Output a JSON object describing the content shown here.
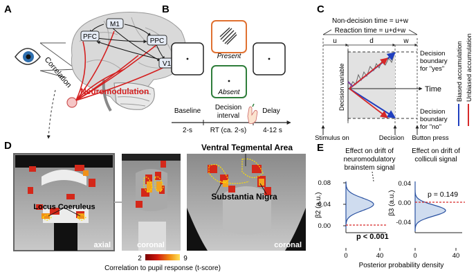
{
  "panels": {
    "a": "A",
    "b": "B",
    "c": "C",
    "d": "D",
    "e": "E"
  },
  "panel_a": {
    "regions": [
      "M1",
      "PFC",
      "PPC",
      "V1"
    ],
    "correlation": "Correlation",
    "neuromodulation": "Neuromodulation"
  },
  "panel_b": {
    "present": "Present",
    "absent": "Absent",
    "baseline": "Baseline",
    "decision_interval_1": "Decision",
    "decision_interval_2": "interval",
    "delay": "Delay",
    "baseline_time": "2-s",
    "rt_time": "RT (ca. 2-s)",
    "delay_time": "4-12 s"
  },
  "panel_c": {
    "nondecision": "Non-decision time = u+w",
    "reaction": "Reaction time = u+d+w",
    "u": "u",
    "d": "d",
    "w": "w",
    "decision_variable": "Decision variable",
    "time": "Time",
    "yes_1": "Decision",
    "yes_2": "boundary",
    "yes_3": "for \"yes\"",
    "no_1": "Decision",
    "no_2": "boundary",
    "no_3": "for \"no\"",
    "stimulus_on": "Stimulus on",
    "decision": "Decision",
    "button_press": "Button press",
    "legend_biased": "Biased accumulation",
    "legend_unbiased": "Unbiased accumulation",
    "color_biased": "#1f3fbf",
    "color_unbiased": "#d62828"
  },
  "panel_d": {
    "vta": "Ventral Tegmental Area",
    "lc": "Locus Coeruleus",
    "sn": "Substantia Nigra",
    "axial": "axial",
    "coronal1": "coronal",
    "coronal2": "coronal",
    "cbar_min": "2",
    "cbar_max": "9",
    "cbar_label": "Correlation to pupil response (t-score)"
  },
  "panel_e": {
    "title1_1": "Effect on drift of",
    "title1_2": "neuromodulatory",
    "title1_3": "brainstem signal",
    "title2_1": "Effect on drift of",
    "title2_2": "colliculi signal",
    "ylabel1": "β2 (a.u.)",
    "ylabel2": "β3 (a.u.)",
    "yticks1": [
      "0.08",
      "0.04",
      "0.00"
    ],
    "yticks2": [
      "0.04",
      "0.00",
      "-0.04"
    ],
    "xticks": [
      "0",
      "40"
    ],
    "p1": "p < 0.001",
    "p2": "p = 0.149",
    "xlabel": "Posterior probability density"
  }
}
